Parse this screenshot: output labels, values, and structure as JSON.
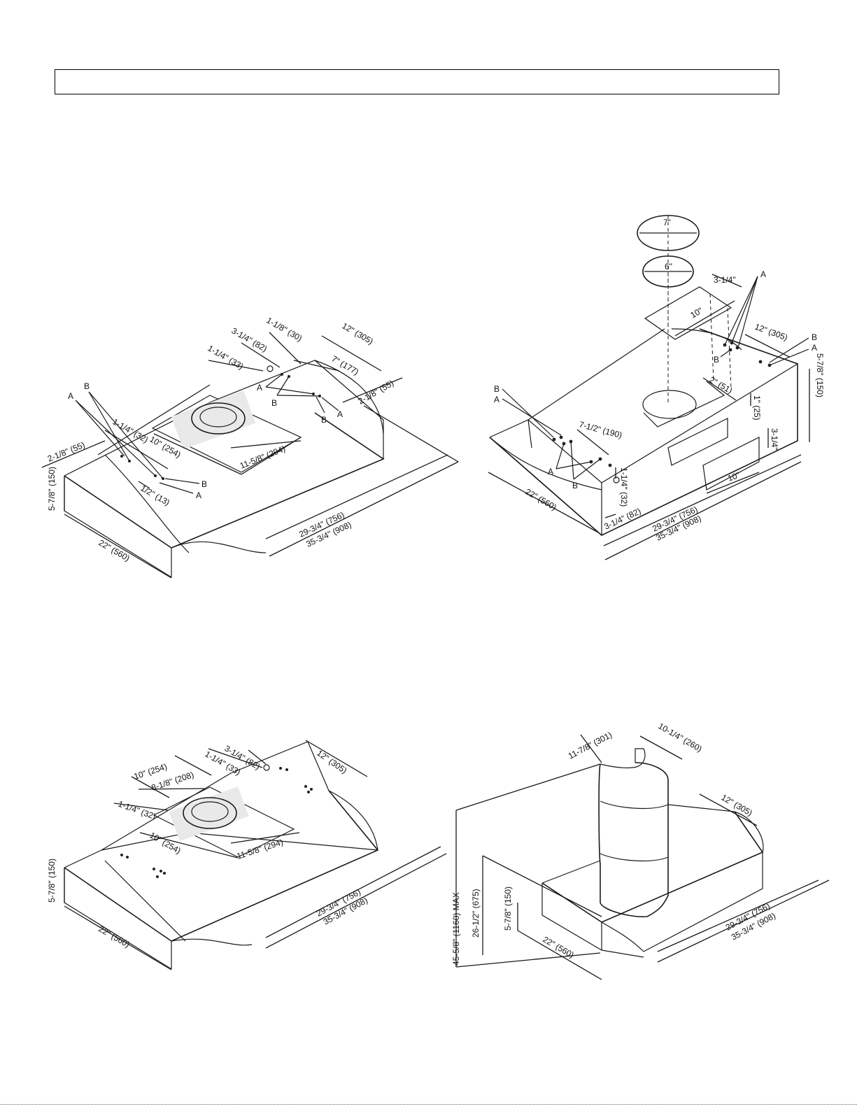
{
  "header": {
    "title": ""
  },
  "fig1": {
    "d_2_1_8_left": "2-1/8\" (55)",
    "d_1_1_4": "1-1/4\" (32)",
    "d_10": "10\" (254)",
    "d_11_5_8": "11-5/8\" (294)",
    "d_1_2": "1/2\" (13)",
    "d_5_7_8": "5-7/8\" (150)",
    "d_22": "22\" (560)",
    "d_29_3_4": "29-3/4\" (756)",
    "d_35_3_4": "35-3/4\" (908)",
    "d_1_1_4_33": "1-1/4\" (33)",
    "d_3_1_4": "3-1/4\" (82)",
    "d_1_1_8": "1-1/8\" (30)",
    "d_12": "12\" (305)",
    "d_7": "7\" (177)",
    "d_2_1_8_right": "2-1/8\" (55)",
    "lbl_a": "A",
    "lbl_b": "B"
  },
  "fig2": {
    "d_7": "7\"",
    "d_6": "6\"",
    "d_3_1_4_top": "3-1/4\"",
    "d_10_top": "10\"",
    "d_12": "12\" (305)",
    "d_5_7_8": "5-7/8\" (150)",
    "d_2": "2\" (51)",
    "d_1": "1\" (25)",
    "d_3_1_4_right": "3-1/4\"",
    "d_10_bottom": "10\"",
    "d_7_1_2": "7-1/2\" (190)",
    "d_1_1_4": "1-1/4\" (32)",
    "d_3_1_4_82": "3-1/4\" (82)",
    "d_22": "22\" (560)",
    "d_29_3_4": "29-3/4\" (756)",
    "d_35_3_4": "35-3/4\" (908)",
    "lbl_a": "A",
    "lbl_b": "B"
  },
  "fig3": {
    "d_3_1_4": "3-1/4\" (82)",
    "d_1_1_4_33": "1-1/4\" (33)",
    "d_12": "12\" (305)",
    "d_10_top": "10\" (254)",
    "d_8_1_8": "8-1/8\" (208)",
    "d_1_1_4": "1-1/4\" (32)",
    "d_10": "10\" (254)",
    "d_11_5_8": "11-5/8\" (294)",
    "d_5_7_8": "5-7/8\" (150)",
    "d_22": "22\" (560)",
    "d_29_3_4": "29-3/4\" (756)",
    "d_35_3_4": "35-3/4\" (908)"
  },
  "fig4": {
    "d_11_7_8": "11-7/8\" (301)",
    "d_10_1_4": "10-1/4\" (260)",
    "d_12": "12\" (305)",
    "d_45_5_8": "45-5/8\" (1160) MAX",
    "d_26_1_2": "26-1/2\" (675)",
    "d_5_7_8": "5-7/8\" (150)",
    "d_22": "22\" (560)",
    "d_29_3_4": "29-3/4\" (756)",
    "d_35_3_4": "35-3/4\" (908)"
  }
}
